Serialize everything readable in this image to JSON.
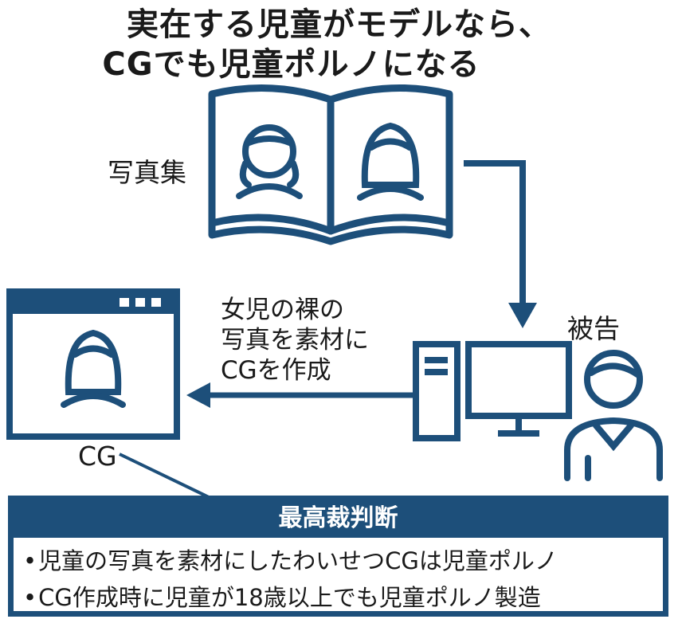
{
  "title": {
    "line1": "実在する児童がモデルなら、",
    "line2": "CGでも児童ポルノになる"
  },
  "labels": {
    "photobook": "写真集",
    "defendant": "被告",
    "cg": "CG"
  },
  "caption": {
    "line1": "女児の裸の",
    "line2": "写真を素材に",
    "line3": "CGを作成"
  },
  "ruling": {
    "heading": "最高裁判断",
    "items": [
      "児童の写真を素材にしたわいせつCGは児童ポルノ",
      "CG作成時に児童が18歳以上でも児童ポルノ製造"
    ]
  },
  "colors": {
    "accent": "#1d4f7a",
    "text": "#1a1a1a"
  },
  "icons": [
    "open-book-icon",
    "girl-pigtails-icon",
    "girl-icon",
    "desktop-computer-icon",
    "person-icon",
    "browser-window-icon",
    "arrow-icon"
  ]
}
